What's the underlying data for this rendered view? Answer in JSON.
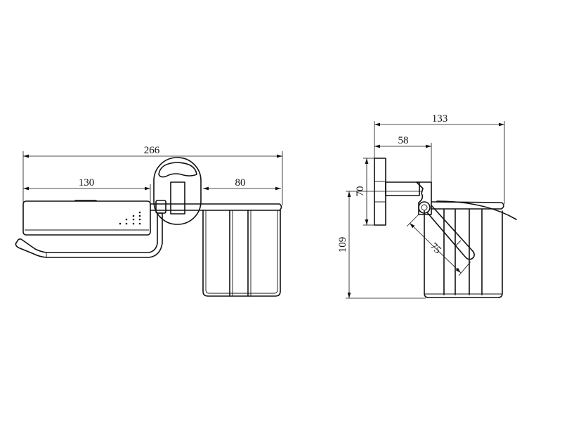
{
  "drawing": {
    "front_view": {
      "dimensions": {
        "overall_width": "266",
        "holder_width": "130",
        "basket_width": "80"
      }
    },
    "side_view": {
      "dimensions": {
        "overall_depth": "133",
        "arm_depth": "58",
        "plate_height": "70",
        "overall_height": "109",
        "arm_length": "75"
      }
    }
  }
}
